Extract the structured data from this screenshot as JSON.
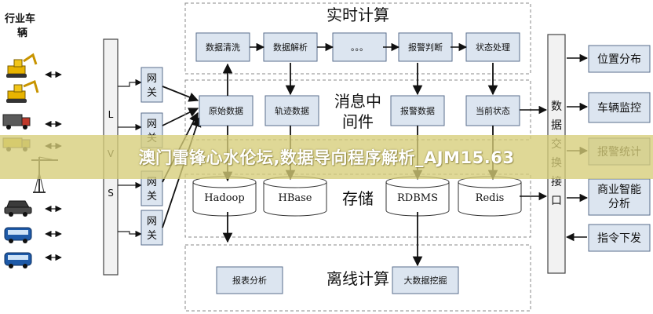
{
  "vehicles": {
    "title": "行业车辆",
    "icons": [
      "excavator-icon",
      "excavator-icon",
      "truck-icon",
      "dump-truck-icon",
      "tower-crane-icon",
      "car-icon",
      "bus-icon",
      "bus-icon"
    ]
  },
  "lvs": {
    "label": "LVS"
  },
  "gateways": [
    "网关",
    "网关",
    "网关",
    "网关"
  ],
  "realtime": {
    "title": "实时计算",
    "boxes": [
      "数据清洗",
      "数据解析",
      "。。。",
      "报警判断",
      "状态处理"
    ]
  },
  "middleware": {
    "title": "消息中间件",
    "boxes": [
      "原始数据",
      "轨迹数据",
      "报警数据",
      "当前状态"
    ]
  },
  "storage": {
    "title": "存储",
    "dbs": [
      "Hadoop",
      "HBase",
      "RDBMS",
      "Redis"
    ]
  },
  "offline": {
    "title": "离线计算",
    "boxes": [
      "报表分析",
      "大数据挖掘"
    ]
  },
  "interface": {
    "label": "数据交换接口"
  },
  "outputs": [
    "位置分布",
    "车辆监控",
    "报警统计",
    "商业智能分析",
    "指令下发"
  ],
  "banner": {
    "text": "澳门雷锋心水伦坛,数据导向程序解析_AJM15.63"
  },
  "colors": {
    "box_fill": "#dce5f0",
    "box_stroke": "#5a6e8c",
    "dash": "#888888",
    "banner": "#d6cd78"
  }
}
